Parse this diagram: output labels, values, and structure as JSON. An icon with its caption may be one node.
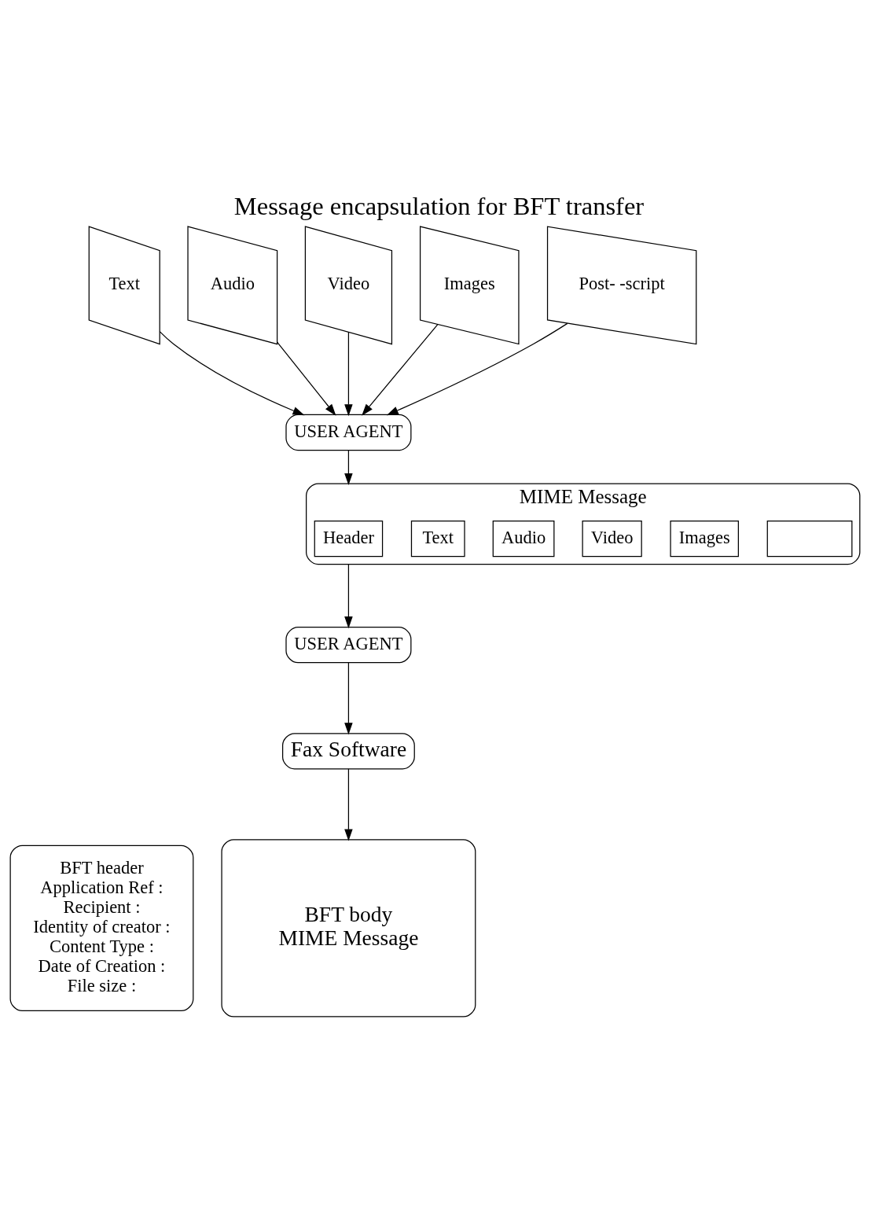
{
  "diagram": {
    "title": "Message encapsulation for BFT transfer",
    "nodes": [
      {
        "text": [
          "USER AGENT"
        ]
      },
      {
        "text": [
          "Text"
        ]
      },
      {
        "text": [
          "Audio"
        ]
      },
      {
        "text": [
          "Video"
        ]
      },
      {
        "text": [
          "Images"
        ]
      },
      {
        "text": [
          "Post- -script"
        ]
      },
      {
        "text": [
          "MIME Message"
        ]
      },
      {
        "text": [
          "Header"
        ],
        "in": 6
      },
      {
        "text": [
          "Text"
        ],
        "in": 6
      },
      {
        "text": [
          "Audio"
        ],
        "in": 6
      },
      {
        "text": [
          "Video"
        ],
        "in": 6
      },
      {
        "text": [
          "Images"
        ],
        "in": 6
      },
      {
        "text": [],
        "shape": "box",
        "in": 6
      },
      {
        "text": [
          "USER AGENT"
        ]
      },
      {
        "text": [
          "Fax Software"
        ]
      },
      {
        "text": [
          "BFT header",
          "Application Ref :",
          "Recipient :",
          "Identity of creator :",
          "Content Type :",
          "Date of Creation :",
          "File size :"
        ]
      },
      {
        "text": [
          "BFT body",
          "MIME Message"
        ]
      }
    ],
    "edges": [
      {
        "from": 1,
        "to": 0,
        "arrow": "to"
      },
      {
        "from": 2,
        "to": 0,
        "arrow": "to"
      },
      {
        "from": 3,
        "to": 0,
        "arrow": "to"
      },
      {
        "from": 4,
        "to": 0,
        "arrow": "to"
      },
      {
        "from": 5,
        "to": 0,
        "arrow": "to"
      },
      {
        "from": 0,
        "to": 6,
        "arrow": "to"
      },
      {
        "from": 6,
        "to": 13,
        "arrow": "to"
      },
      {
        "from": 13,
        "to": 14,
        "arrow": "to"
      },
      {
        "from": 14,
        "to": 16,
        "arrow": "to"
      }
    ]
  }
}
